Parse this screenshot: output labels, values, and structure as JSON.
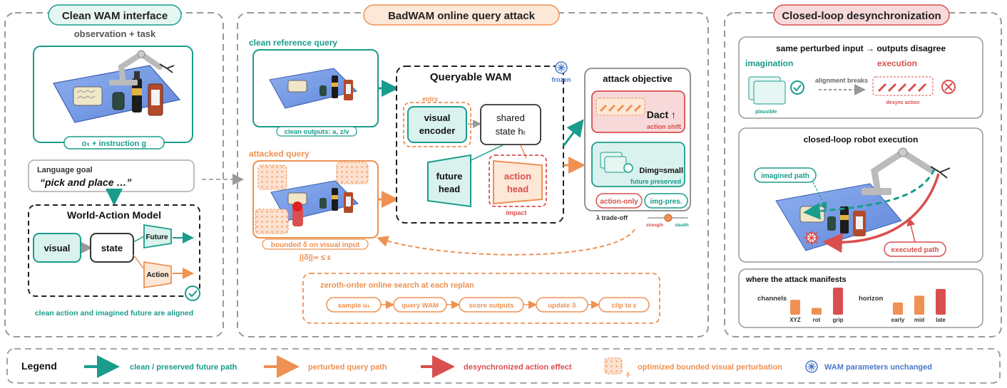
{
  "colors": {
    "teal": "#1a9c8c",
    "teal_fill": "#d9f2ee",
    "orange": "#ee9152",
    "orange_fill": "#fde7d7",
    "red": "#d94f4f",
    "red_fill": "#f8d9d9",
    "blue": "#4a78c8",
    "gray": "#888888"
  },
  "panel_left": {
    "title": "Clean WAM interface",
    "subtitle": "observation + task",
    "obs_caption": "oₜ + instruction g",
    "lang_label": "Language goal",
    "lang_text": "“pick and place …”",
    "wam_title": "World-Action Model",
    "visual": "visual",
    "state": "state",
    "future": "Future",
    "action": "Action",
    "footer": "clean action and imagined future are aligned"
  },
  "panel_mid": {
    "title": "BadWAM online query attack",
    "clean_query": "clean reference query",
    "clean_outputs": "clean outputs: a, z/v",
    "attacked_query": "attacked query",
    "bounded": "bounded δ on visual input",
    "norm": "||δ||∞ ≤ ε",
    "wam_title": "Queryable WAM",
    "frozen": "frozen",
    "entry": "entry",
    "visual_encoder_1": "visual",
    "visual_encoder_2": "encoder",
    "shared_1": "shared",
    "shared_2": "state hₜ",
    "future_head_1": "future",
    "future_head_2": "head",
    "action_head_1": "action",
    "action_head_2": "head",
    "impact": "impact",
    "objective_title": "attack objective",
    "d_act": "Dact ↑",
    "action_shift": "action shift",
    "d_img": "Dimg≈small",
    "future_preserved": "future preserved",
    "action_only": "action-only",
    "img_pres": "img-pres.",
    "tradeoff": "λ trade-off",
    "strength": "strength",
    "stealth": "stealth",
    "zo_title": "zeroth-order online search at each replan",
    "steps": [
      "sample uₜ",
      "query WAM",
      "score outputs",
      "update δ",
      "clip to ε"
    ]
  },
  "panel_right": {
    "title": "Closed-loop desynchronization",
    "same_input": "same perturbed input → outputs disagree",
    "imagination": "imagination",
    "execution": "execution",
    "plausible": "plausible",
    "alignment_breaks": "alignment breaks",
    "desync_action": "desync action",
    "closed_loop_title": "closed-loop robot execution",
    "imagined_path": "imagined path",
    "executed_path": "executed path",
    "manifest_title": "where the attack manifests",
    "channels_label": "channels",
    "horizon_label": "horizon",
    "channels": [
      {
        "label": "XYZ",
        "value": 0.55
      },
      {
        "label": "rot",
        "value": 0.25
      },
      {
        "label": "grip",
        "value": 1.0
      }
    ],
    "horizon": [
      {
        "label": "early",
        "value": 0.45
      },
      {
        "label": "mid",
        "value": 0.7
      },
      {
        "label": "late",
        "value": 0.95
      }
    ]
  },
  "legend": {
    "title": "Legend",
    "items": [
      "clean / preserved future path",
      "perturbed query path",
      "desynchronized action effect",
      "optimized bounded visual perturbation",
      "WAM parameters unchanged"
    ],
    "delta": "δ"
  }
}
